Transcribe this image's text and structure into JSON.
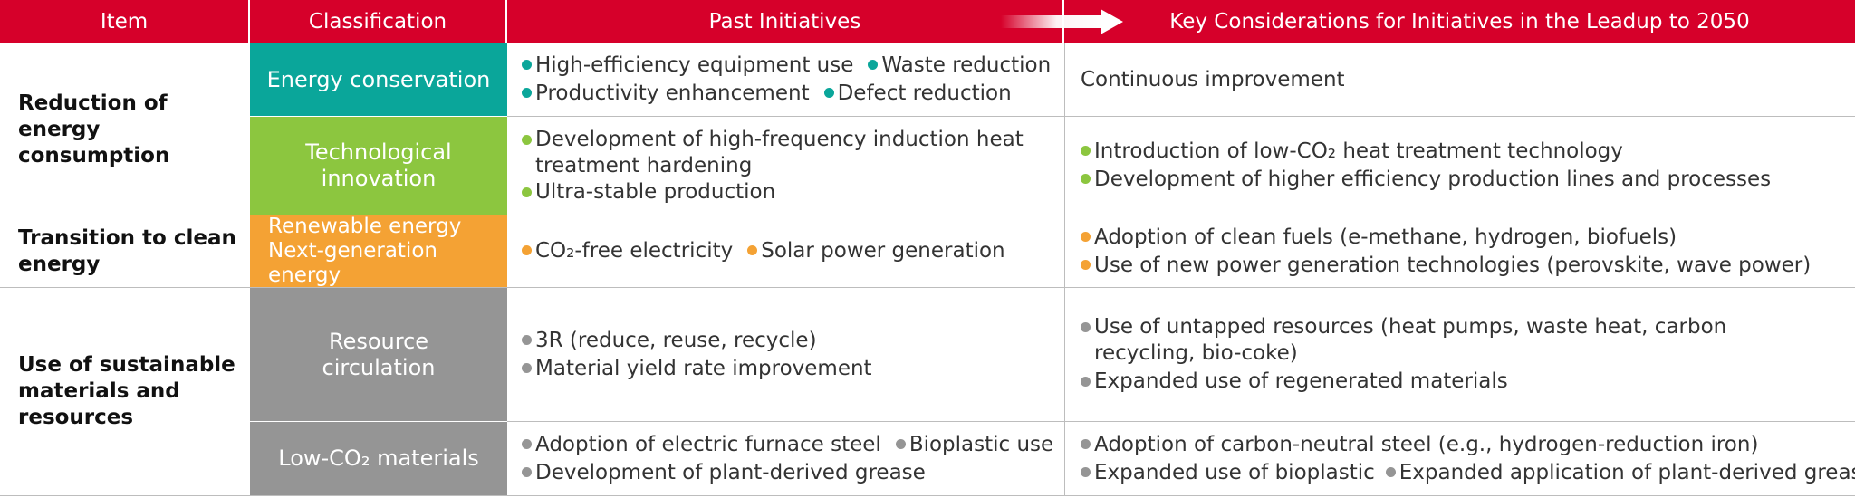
{
  "header": {
    "item": "Item",
    "classification": "Classification",
    "past": "Past Initiatives",
    "future": "Key Considerations for Initiatives in the Leadup to 2050"
  },
  "colors": {
    "header": "#d6002a",
    "teal": "#0aa69a",
    "green": "#8cc63f",
    "orange": "#f4a234",
    "gray": "#959595"
  },
  "rows": {
    "energy": {
      "item": "Reduction of energy consumption",
      "conservation": {
        "classification": "Energy conservation",
        "past": [
          "High-efficiency equipment use",
          "Waste reduction",
          "Productivity enhancement",
          "Defect reduction"
        ],
        "future": "Continuous improvement"
      },
      "innovation": {
        "classification": "Technological innovation",
        "past": [
          "Development of high-frequency induction heat treatment hardening",
          "Ultra-stable production"
        ],
        "future": [
          "Introduction of low-CO₂ heat treatment technology",
          "Development of higher efficiency production lines and processes"
        ]
      }
    },
    "clean": {
      "item": "Transition to clean energy",
      "classification_line1": "Renewable energy",
      "classification_line2": "Next-generation energy",
      "past": [
        "CO₂-free electricity",
        "Solar power generation"
      ],
      "future": [
        "Adoption of clean fuels (e-methane, hydrogen, biofuels)",
        "Use of new power generation technologies (perovskite, wave power)"
      ]
    },
    "sustainable": {
      "item": "Use of sustainable materials and resources",
      "resource": {
        "classification": "Resource circulation",
        "past": [
          "3R (reduce, reuse, recycle)",
          "Material yield rate improvement"
        ],
        "future": [
          "Use of untapped resources (heat pumps, waste heat, carbon recycling, bio-coke)",
          "Expanded use of regenerated materials"
        ]
      },
      "lowco2": {
        "classification": "Low-CO₂ materials",
        "past": [
          "Adoption of electric furnace steel",
          "Bioplastic use",
          "Development of plant-derived grease"
        ],
        "future": [
          "Adoption of carbon-neutral steel (e.g., hydrogen-reduction iron)",
          "Expanded use of bioplastic",
          "Expanded application of plant-derived grease"
        ]
      }
    }
  }
}
